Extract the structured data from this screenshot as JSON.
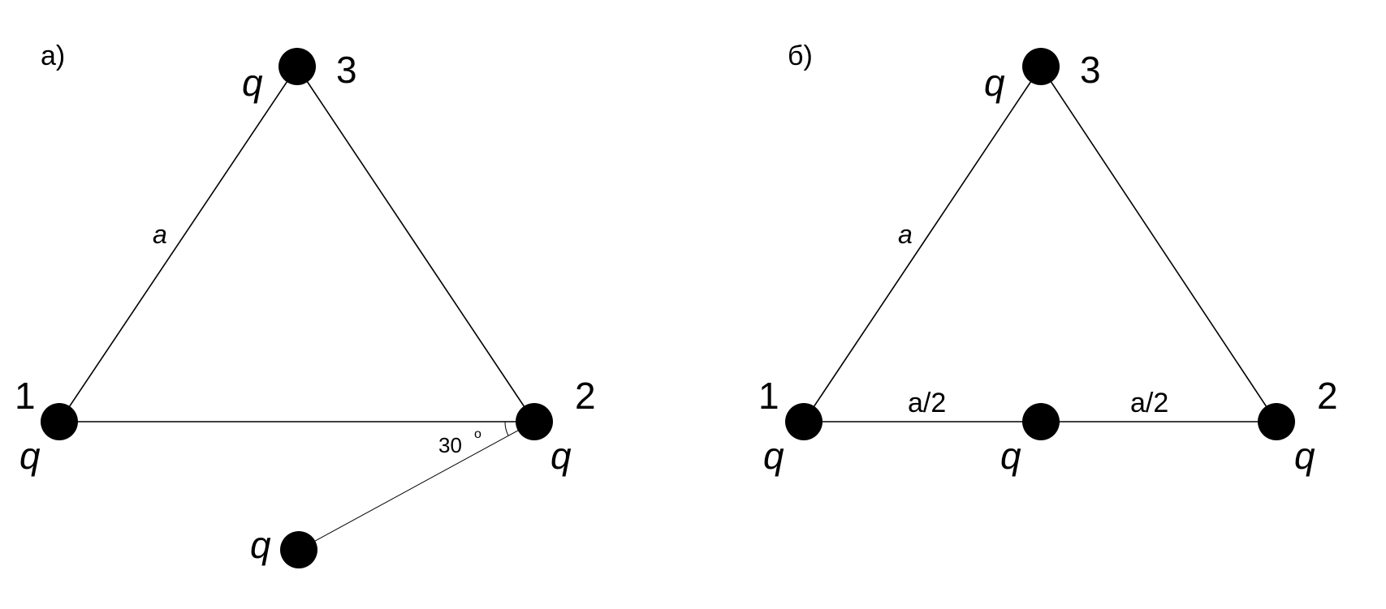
{
  "panel_a": {
    "label": "а)",
    "charge_symbol": "q",
    "side_label": "a",
    "angle_value": "30",
    "angle_degree": "o",
    "vertices": {
      "one": "1",
      "two": "2",
      "three": "3"
    }
  },
  "panel_b": {
    "label": "б)",
    "charge_symbol": "q",
    "side_label": "a",
    "half_left": "a/2",
    "half_right": "a/2",
    "vertices": {
      "one": "1",
      "two": "2",
      "three": "3"
    }
  },
  "colors": {
    "ink": "#000000",
    "background": "#ffffff"
  }
}
